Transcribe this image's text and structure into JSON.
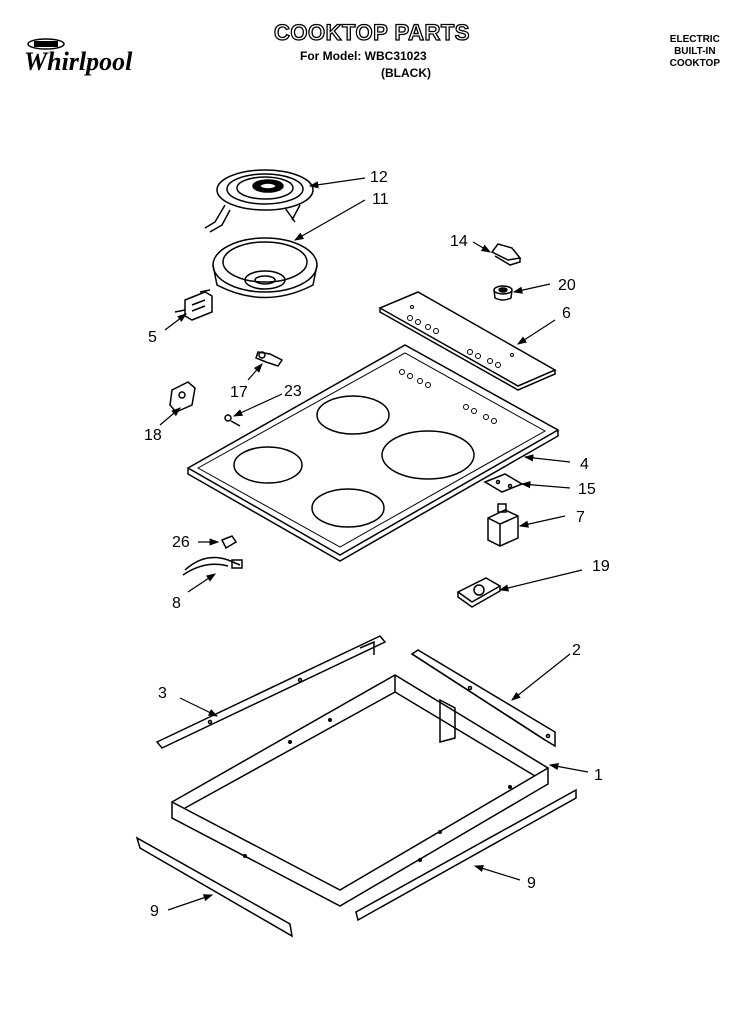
{
  "header": {
    "brand": "Whirlpool",
    "title": "COOKTOP PARTS",
    "model_line": "For Model: WBC31023",
    "color_line": "(BLACK)",
    "product_type": [
      "ELECTRIC",
      "BUILT-IN",
      "COOKTOP"
    ]
  },
  "callouts": {
    "c12": "12",
    "c11": "11",
    "c14": "14",
    "c20": "20",
    "c5": "5",
    "c6": "6",
    "c17": "17",
    "c23": "23",
    "c18": "18",
    "c4": "4",
    "c15": "15",
    "c7": "7",
    "c26": "26",
    "c8": "8",
    "c19": "19",
    "c2": "2",
    "c3": "3",
    "c1": "1",
    "c9a": "9",
    "c9b": "9"
  }
}
